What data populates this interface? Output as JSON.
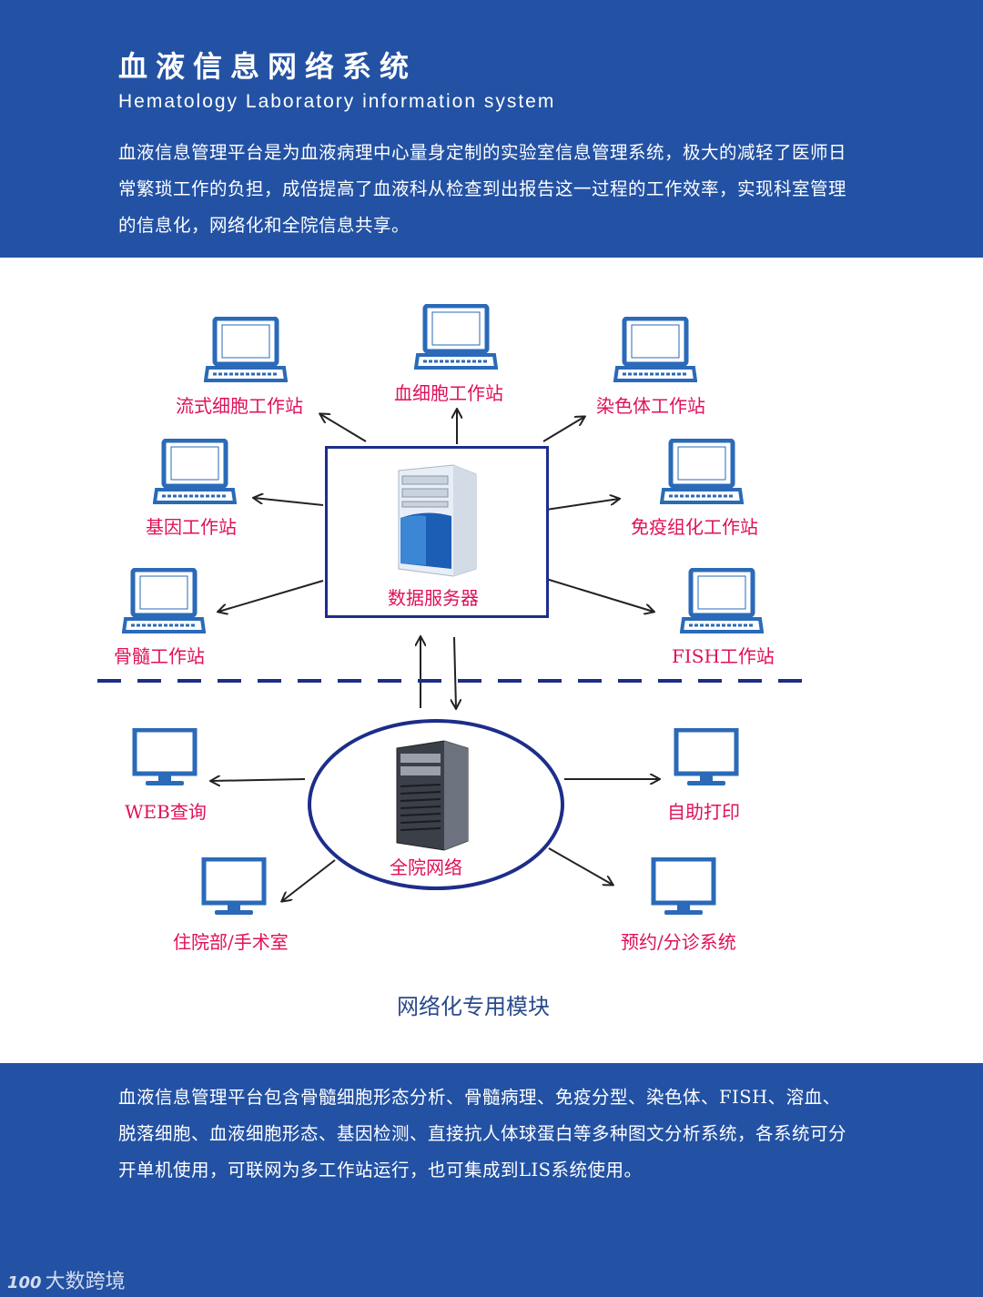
{
  "header": {
    "title_cn": "血液信息网络系统",
    "title_en": "Hematology Laboratory information system",
    "intro": "血液信息管理平台是为血液病理中心量身定制的实验室信息管理系统，极大的减轻了医师日常繁琐工作的负担，成倍提高了血液科从检查到出报告这一过程的工作效率，实现科室管理的信息化，网络化和全院信息共享。"
  },
  "diagram": {
    "server_label": "数据服务器",
    "network_label": "全院网络",
    "workstations": {
      "flow_cytometry": "流式细胞工作站",
      "blood_cell": "血细胞工作站",
      "chromosome": "染色体工作站",
      "gene": "基因工作站",
      "immunohisto": "免疫组化工作站",
      "bone_marrow": "骨髓工作站",
      "fish": "FISH工作站"
    },
    "terminals": {
      "web_query": "WEB查询",
      "self_print": "自助打印",
      "ward_or": "住院部/手术室",
      "appointment": "预约/分诊系统"
    },
    "caption": "网络化专用模块"
  },
  "footer": {
    "summary": "血液信息管理平台包含骨髓细胞形态分析、骨髓病理、免疫分型、染色体、FISH、溶血、脱落细胞、血液细胞形态、基因检测、直接抗人体球蛋白等多种图文分析系统，各系统可分开单机使用，可联网为多工作站运行，也可集成到LIS系统使用。"
  },
  "watermark": {
    "mark": "100",
    "text": "大数跨境"
  },
  "colors": {
    "band": "#2352a4",
    "label": "#e0105a",
    "frame": "#1d2d8a",
    "device": "#2a6ab8"
  }
}
